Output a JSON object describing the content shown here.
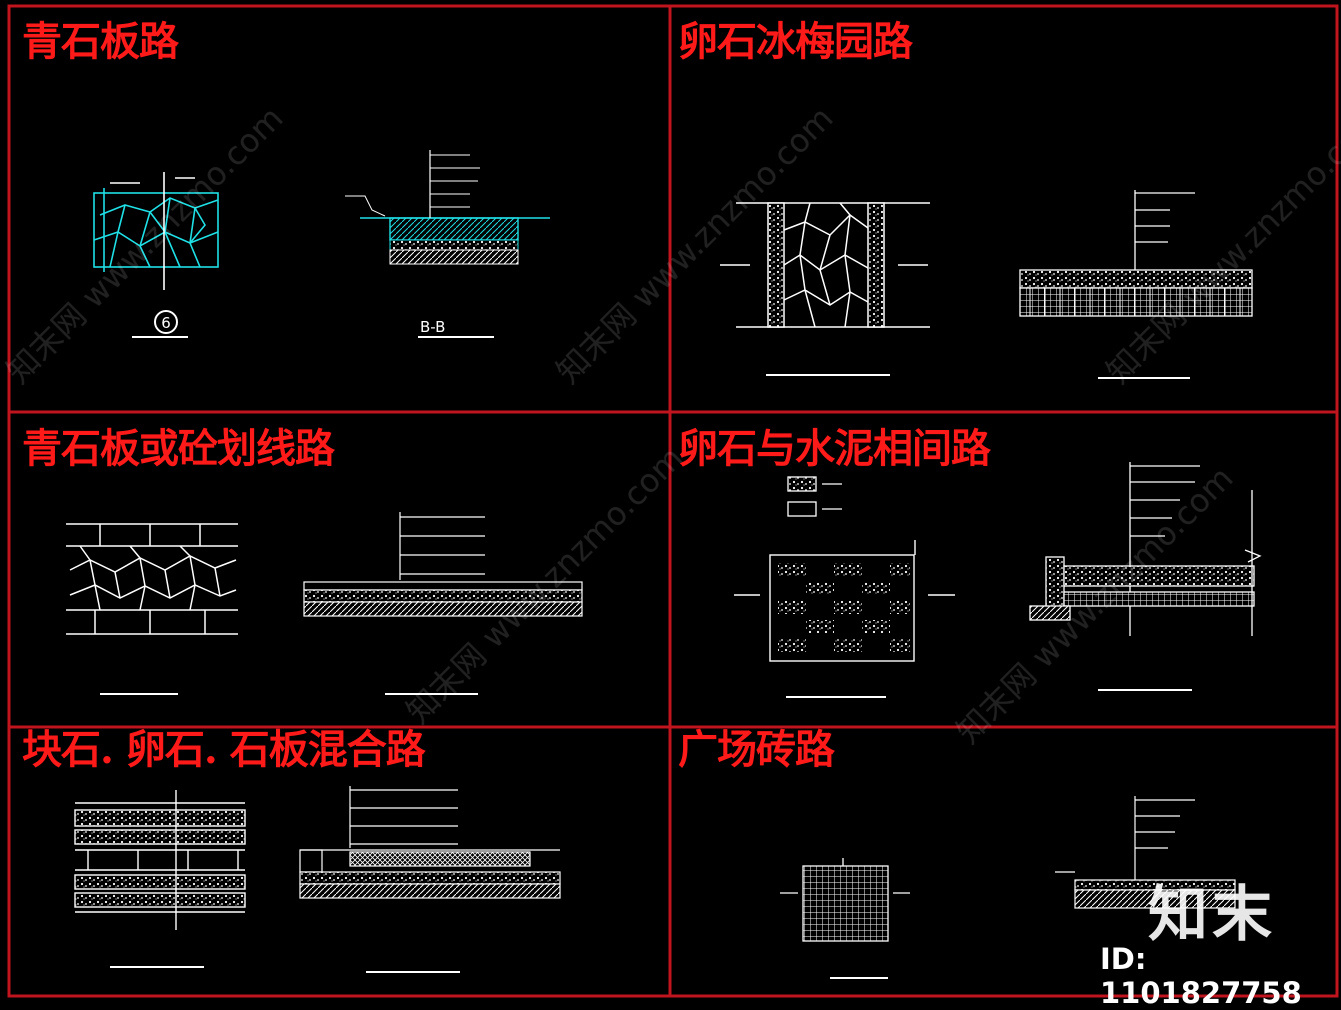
{
  "panels": [
    {
      "title": "青石板路"
    },
    {
      "title": "卵石冰梅园路"
    },
    {
      "title": "青石板或砼划线路"
    },
    {
      "title": "卵石与水泥相间路"
    },
    {
      "title": "块石. 卵石. 石板混合路"
    },
    {
      "title": "广场砖路"
    }
  ],
  "drawing_labels": {
    "section_bb": "B-B",
    "detail_number": "6"
  },
  "watermark": {
    "logo": "知末",
    "id": "ID: 1101827758",
    "site": "知末网 www.znzmo.com"
  },
  "colors": {
    "frame": "#c0141e",
    "title": "#ff1a1a",
    "linework": "#ffffff",
    "cyan_linework": "#1ee0e6",
    "background": "#000000"
  }
}
